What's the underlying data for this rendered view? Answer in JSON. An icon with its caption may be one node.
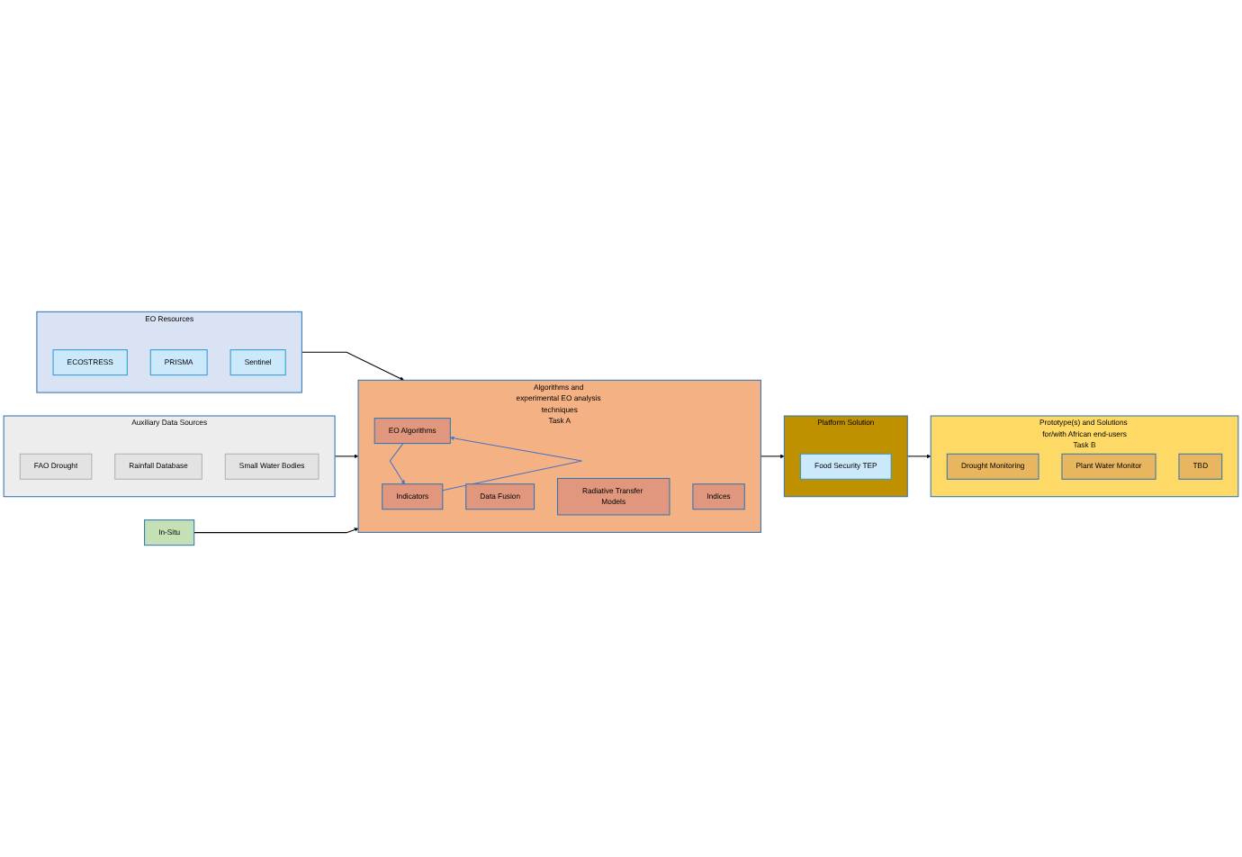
{
  "diagram": {
    "nodes": [
      {
        "text": [
          "EO Resources"
        ]
      },
      {
        "text": [
          "ECOSTRESS"
        ],
        "in": 0
      },
      {
        "text": [
          "PRISMA"
        ],
        "in": 0
      },
      {
        "text": [
          "Sentinel"
        ],
        "in": 0
      },
      {
        "text": [
          "Auxiliary Data Sources"
        ]
      },
      {
        "text": [
          "FAO Drought"
        ],
        "in": 4
      },
      {
        "text": [
          "Rainfall Database"
        ],
        "in": 4
      },
      {
        "text": [
          "Small Water Bodies"
        ],
        "in": 4
      },
      {
        "text": [
          "In-Situ"
        ]
      },
      {
        "text": [
          "Algorithms and experimental EO analysis techniques",
          "Task A"
        ]
      },
      {
        "text": [
          "EO Algorithms"
        ],
        "in": 9
      },
      {
        "text": [
          "Data Fusion"
        ],
        "in": 9
      },
      {
        "text": [
          "Radiative Transfer Models"
        ],
        "in": 9
      },
      {
        "text": [
          "Indices"
        ],
        "in": 9
      },
      {
        "text": [
          "Indicators"
        ],
        "in": 9
      },
      {
        "text": [
          "Platform Solution"
        ]
      },
      {
        "text": [
          "Food Security TEP"
        ],
        "in": 15
      },
      {
        "text": [
          "Prototype(s) and Solutions for/with African end-users",
          "Task B"
        ]
      },
      {
        "text": [
          "Drought Monitoring"
        ],
        "in": 17
      },
      {
        "text": [
          "Plant Water Monitor"
        ],
        "in": 17
      },
      {
        "text": [
          "TBD"
        ],
        "in": 17
      }
    ],
    "edges": [
      {
        "from": 0,
        "to": 9,
        "arrow": "to"
      },
      {
        "from": 4,
        "to": 9,
        "arrow": "to"
      },
      {
        "from": 8,
        "to": 9,
        "arrow": "to"
      },
      {
        "from": 9,
        "to": 15,
        "arrow": "to"
      },
      {
        "from": 15,
        "to": 17,
        "arrow": "to"
      },
      {
        "from": 14,
        "to": 10,
        "arrow": "to",
        "color": "#4472c4"
      },
      {
        "from": 10,
        "to": 14,
        "arrow": "to",
        "color": "#4472c4"
      }
    ]
  }
}
